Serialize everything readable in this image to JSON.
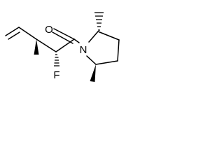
{
  "molecule": {
    "atoms": {
      "oxygen": "O",
      "nitrogen": "N",
      "fluorine": "F"
    },
    "colors": {
      "line": "#000000",
      "background": "#ffffff"
    }
  }
}
